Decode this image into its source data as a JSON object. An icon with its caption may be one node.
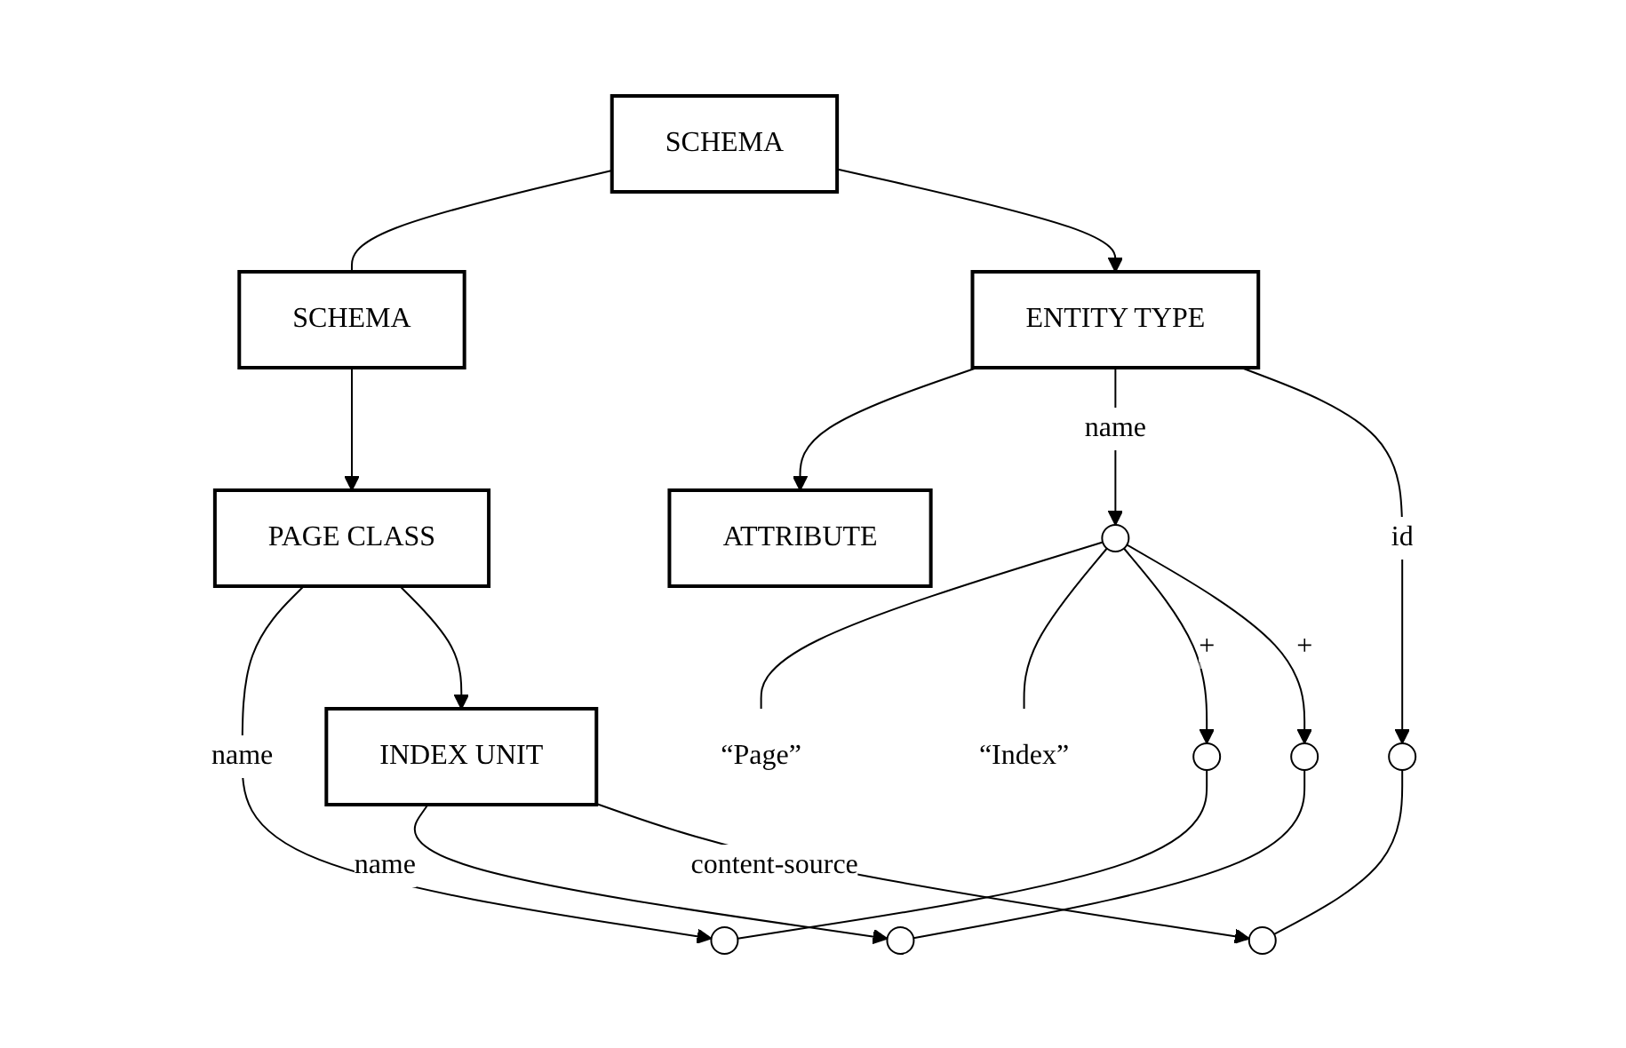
{
  "diagram": {
    "nodes": [
      {
        "text": [
          "SCHEMA"
        ]
      },
      {
        "text": [
          "SCHEMA"
        ]
      },
      {
        "text": [
          "ENTITY TYPE"
        ]
      },
      {
        "text": [
          "PAGE CLASS"
        ]
      },
      {
        "text": [
          "ATTRIBUTE"
        ]
      },
      {
        "text": [],
        "shape": "circle"
      },
      {
        "text": [],
        "shape": "circle"
      },
      {
        "text": [],
        "shape": "circle"
      },
      {
        "text": [
          "INDEX UNIT"
        ]
      },
      {
        "text": [],
        "shape": "circle"
      },
      {
        "text": [],
        "shape": "circle"
      },
      {
        "text": [
          "“Page”"
        ]
      },
      {
        "text": [
          "“Index”"
        ]
      },
      {
        "text": [],
        "shape": "circle"
      },
      {
        "text": [],
        "shape": "circle"
      }
    ],
    "edges": [
      {
        "from": 0,
        "to": 1,
        "arrow": "none"
      },
      {
        "from": 0,
        "to": 2,
        "arrow": "to"
      },
      {
        "from": 1,
        "to": 3,
        "arrow": "to"
      },
      {
        "from": 2,
        "to": 4,
        "arrow": "to"
      },
      {
        "from": 2,
        "to": 5,
        "label": "name",
        "arrow": "to"
      },
      {
        "from": 2,
        "to": 13,
        "label": "id",
        "arrow": "to"
      },
      {
        "from": 3,
        "to": 7,
        "label": "name",
        "arrow": "to"
      },
      {
        "from": 3,
        "to": 8,
        "arrow": "to"
      },
      {
        "from": 5,
        "to": 11,
        "arrow": "none"
      },
      {
        "from": 5,
        "to": 12,
        "arrow": "none"
      },
      {
        "from": 5,
        "to": 6,
        "label": "+",
        "arrow": "to"
      },
      {
        "from": 5,
        "to": 9,
        "label": "+",
        "arrow": "to"
      },
      {
        "from": 6,
        "to": 7,
        "arrow": "none"
      },
      {
        "from": 9,
        "to": 10,
        "arrow": "none"
      },
      {
        "from": 8,
        "to": 10,
        "label": "name",
        "arrow": "to"
      },
      {
        "from": 8,
        "to": 14,
        "label": "content-source",
        "arrow": "to"
      },
      {
        "from": 13,
        "to": 14,
        "arrow": "none"
      }
    ]
  }
}
